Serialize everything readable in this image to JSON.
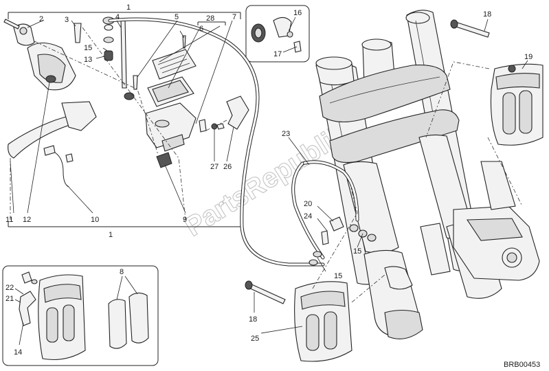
{
  "diagram": {
    "reference_code": "BRB00453",
    "watermark": "PartsRepublik",
    "callouts": {
      "c1_top": "1",
      "c1_bottom": "1",
      "c2": "2",
      "c3": "3",
      "c4": "4",
      "c5": "5",
      "c6": "6",
      "c7": "7",
      "c8": "8",
      "c9": "9",
      "c10": "10",
      "c11": "11",
      "c12": "12",
      "c13": "13",
      "c14": "14",
      "c15_a": "15",
      "c15_b": "15",
      "c15_c": "15",
      "c16": "16",
      "c17": "17",
      "c18_a": "18",
      "c18_b": "18",
      "c19": "19",
      "c20": "20",
      "c21": "21",
      "c22": "22",
      "c23": "23",
      "c24": "24",
      "c25": "25",
      "c26": "26",
      "c27": "27",
      "c28": "28"
    }
  }
}
